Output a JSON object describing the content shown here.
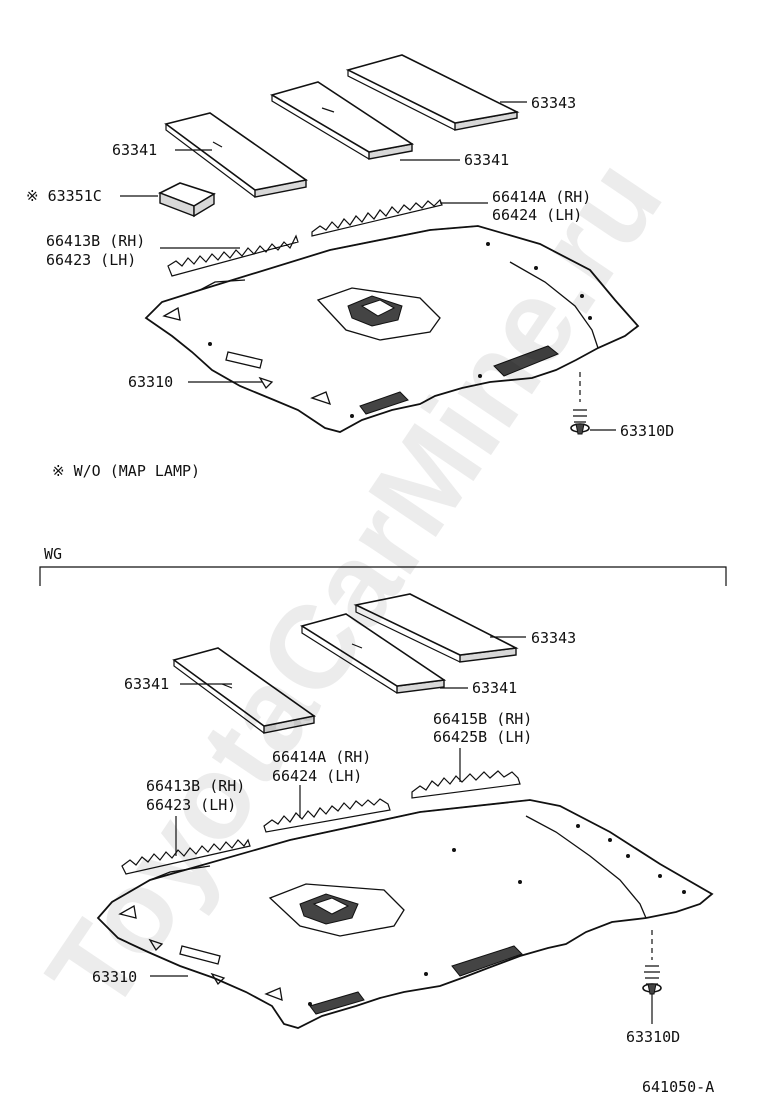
{
  "top_section": {
    "labels": {
      "pad_63343": "63343",
      "pad_63341_mid": "63341",
      "pad_63341_left": "63341",
      "block_63351c": "※ 63351C",
      "strip_66414a": "66414A (RH)",
      "strip_66424": "66424  (LH)",
      "strip_66413b": "66413B (RH)",
      "strip_66423": "66423  (LH)",
      "headlining_63310": "63310",
      "clip_63310d": "63310D"
    },
    "note": "※  W/O (MAP LAMP)"
  },
  "bottom_section": {
    "header": "WG",
    "labels": {
      "pad_63343": "63343",
      "pad_63341_left": "63341",
      "pad_63341_mid": "63341",
      "strip_66415b": "66415B (RH)",
      "strip_66425b": "66425B (LH)",
      "strip_66414a": "66414A (RH)",
      "strip_66424": "66424  (LH)",
      "strip_66413b": "66413B (RH)",
      "strip_66423": "66423  (LH)",
      "headlining_63310": "63310",
      "clip_63310d": "63310D"
    }
  },
  "figure_code": "641050-A",
  "watermark": "ToyotaCarMine.ru"
}
